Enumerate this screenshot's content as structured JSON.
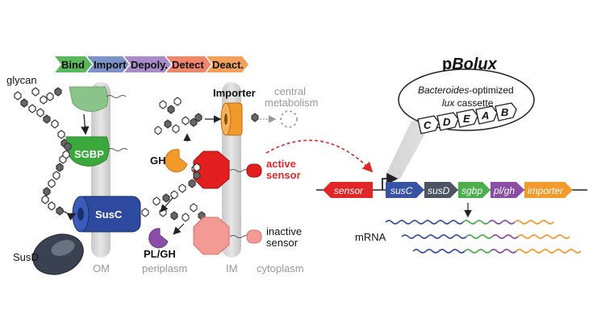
{
  "steps": [
    {
      "label": "Bind",
      "color": "#5cb85c"
    },
    {
      "label": "Import",
      "color": "#7b93c6"
    },
    {
      "label": "Depoly.",
      "color": "#a98bc9"
    },
    {
      "label": "Detect",
      "color": "#f0876a"
    },
    {
      "label": "Deact.",
      "color": "#f2a05a"
    }
  ],
  "left": {
    "glycan": "glycan",
    "sgbp": "SGBP",
    "susc": "SusC",
    "susd": "SusD",
    "gh": "GH",
    "plgh": "PL/GH",
    "importer": "Importer",
    "central_line1": "central",
    "central_line2": "metabolism",
    "active_line1": "active",
    "active_line2": "sensor",
    "inactive_line1": "inactive",
    "inactive_line2": "sensor",
    "om": "OM",
    "periplasm": "periplasm",
    "im": "IM",
    "cytoplasm": "cytoplasm"
  },
  "right": {
    "plasmid_prefix": "p",
    "plasmid_name": "Bolux",
    "cassette_italic": "Bacteroides",
    "cassette_rest": "-optimized",
    "cassette_line2_italic": "lux",
    "cassette_line2_rest": " cassette",
    "lux_genes": [
      "C",
      "D",
      "E",
      "A",
      "B"
    ],
    "genes": [
      {
        "label": "sensor",
        "color": "#e02626"
      },
      {
        "label": "susC",
        "color": "#3953a4"
      },
      {
        "label": "susD",
        "color": "#4d5562"
      },
      {
        "label": "sgbp",
        "color": "#4cae4c"
      },
      {
        "label": "pl/gh",
        "color": "#8a4ea6"
      },
      {
        "label": "importer",
        "color": "#f39a2d"
      }
    ],
    "mrna": "mRNA"
  }
}
